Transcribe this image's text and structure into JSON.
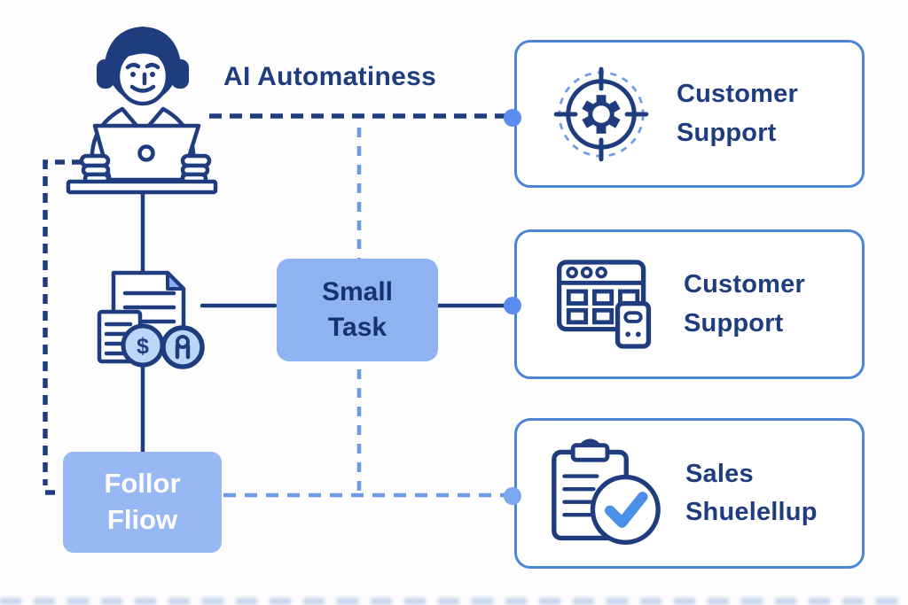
{
  "title": "AI Automatiness",
  "nodes": {
    "small_task": {
      "line1": "Small",
      "line2": "Task"
    },
    "follow_up": {
      "line1": "Follor",
      "line2": "Fliow"
    }
  },
  "cards": [
    {
      "line1": "Customer",
      "line2": "Support",
      "icon": "target-gear-icon"
    },
    {
      "line1": "Customer",
      "line2": "Support",
      "icon": "browser-calculator-icon"
    },
    {
      "line1": "Sales",
      "line2": "Shuelellup",
      "icon": "clipboard-check-icon"
    }
  ],
  "icons": {
    "dollar_glyph": "$",
    "left_illustration": "support-agent-at-laptop",
    "document_icon": "invoice-documents-with-coins"
  },
  "colors": {
    "navy": "#1e3c7e",
    "text_navy": "#17336f",
    "card_border": "#4c85d8",
    "dot": "#5b8def",
    "light_dash": "#6d9be4",
    "node_fill": "#8fb2f0",
    "node2_fill": "#97b8f3",
    "check_blue": "#4a90e8",
    "coin_fill": "#bcd6f8",
    "fold_fill": "#85b1f0",
    "bg": "#fdfdfd"
  }
}
